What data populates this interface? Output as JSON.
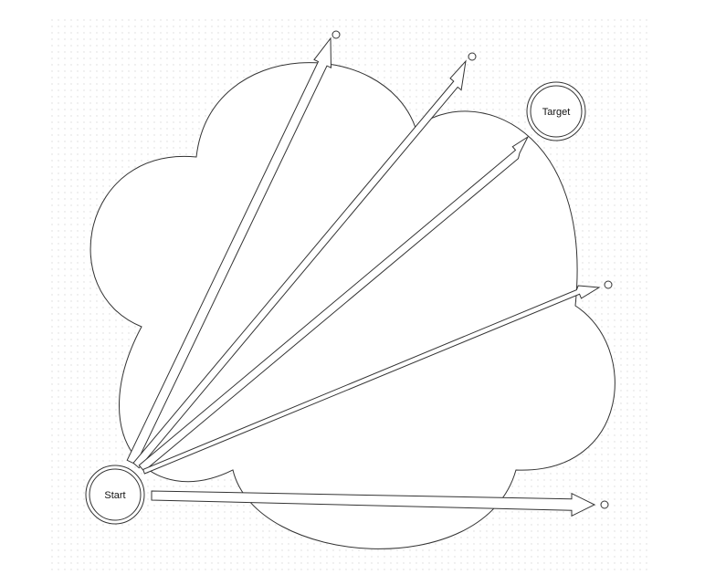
{
  "diagram": {
    "nodes": {
      "start": {
        "label": "Start"
      },
      "target": {
        "label": "Target"
      }
    },
    "arrow_count": 5,
    "colors": {
      "stroke": "#333333",
      "grid_dot": "#d9d9d9",
      "fill": "#ffffff"
    }
  }
}
